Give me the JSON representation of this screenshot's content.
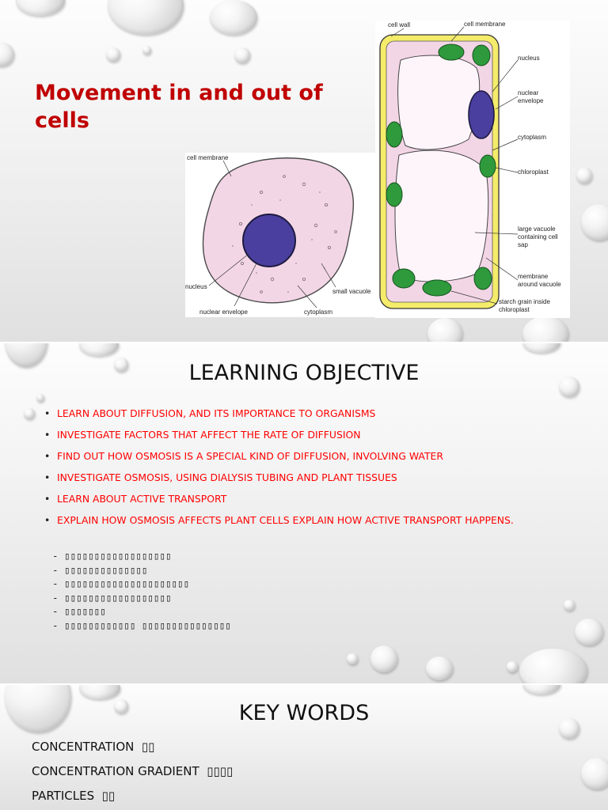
{
  "slide1": {
    "title": "Movement in and out of cells",
    "animal_cell_labels": {
      "cell_membrane": "cell membrane",
      "nucleus": "nucleus",
      "nuclear_envelope": "nuclear envelope",
      "cytoplasm": "cytoplasm",
      "small_vacuole": "small vacuole"
    },
    "plant_cell_labels": {
      "cell_wall": "cell wall",
      "cell_membrane": "cell membrane",
      "nucleus": "nucleus",
      "nuclear_envelope_1": "nuclear",
      "nuclear_envelope_2": "envelope",
      "cytoplasm": "cytoplasm",
      "chloroplast": "chloroplast",
      "large_vacuole_1": "large vacuole",
      "large_vacuole_2": "containing cell",
      "large_vacuole_3": "sap",
      "membrane_vacuole_1": "membrane",
      "membrane_vacuole_2": "around vacuole",
      "starch_1": "starch grain inside",
      "starch_2": "chloroplast"
    }
  },
  "slide2": {
    "heading": "LEARNING OBJECTIVE",
    "objectives": [
      "LEARN ABOUT DIFFUSION, AND ITS IMPORTANCE TO ORGANISMS",
      "INVESTIGATE FACTORS THAT AFFECT THE RATE OF DIFFUSION",
      "FIND OUT HOW OSMOSIS IS A SPECIAL KIND OF DIFFUSION, INVOLVING WATER",
      "INVESTIGATE OSMOSIS, USING DIALYSIS TUBING AND PLANT TISSUES",
      "LEARN ABOUT ACTIVE TRANSPORT",
      "EXPLAIN HOW OSMOSIS AFFECTS PLANT CELLS EXPLAIN HOW ACTIVE TRANSPORT HAPPENS."
    ],
    "translated_lines": [
      "- ▯▯▯▯▯▯▯▯▯▯▯▯▯▯▯▯▯▯",
      "- ▯▯▯▯▯▯▯▯▯▯▯▯▯▯",
      "- ▯▯▯▯▯▯▯▯▯▯▯▯▯▯▯▯▯▯▯▯▯",
      "- ▯▯▯▯▯▯▯▯▯▯▯▯▯▯▯▯▯▯",
      "- ▯▯▯▯▯▯▯",
      "- ▯▯▯▯▯▯▯▯▯▯▯▯ ▯▯▯▯▯▯▯▯▯▯▯▯▯▯▯"
    ]
  },
  "slide3": {
    "heading": "KEY WORDS",
    "terms": [
      {
        "term": "CONCENTRATION",
        "translation": "▯▯"
      },
      {
        "term": "CONCENTRATION GRADIENT",
        "translation": "▯▯▯▯"
      },
      {
        "term": "PARTICLES",
        "translation": "▯▯"
      }
    ]
  },
  "colors": {
    "title_red": "#c00000",
    "objective_red": "#ff0000",
    "cell_pink": "#f3d6e6",
    "cell_wall_yellow": "#f4ec6a",
    "nucleus_purple": "#4a3f9e",
    "chloroplast_green": "#2e9a3c"
  }
}
